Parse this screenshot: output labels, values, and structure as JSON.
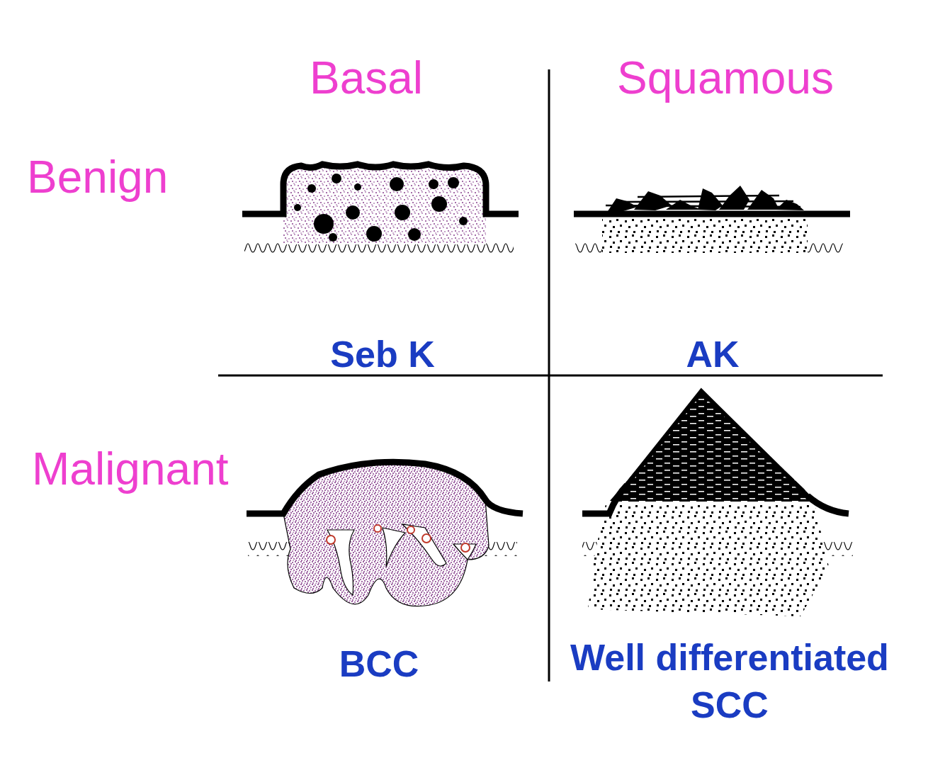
{
  "diagram": {
    "labels": [
      "Basal",
      "Squamous",
      "Benign",
      "Malignant",
      "Seb K",
      "AK",
      "BCC",
      "Well differentiated SCC"
    ]
  }
}
